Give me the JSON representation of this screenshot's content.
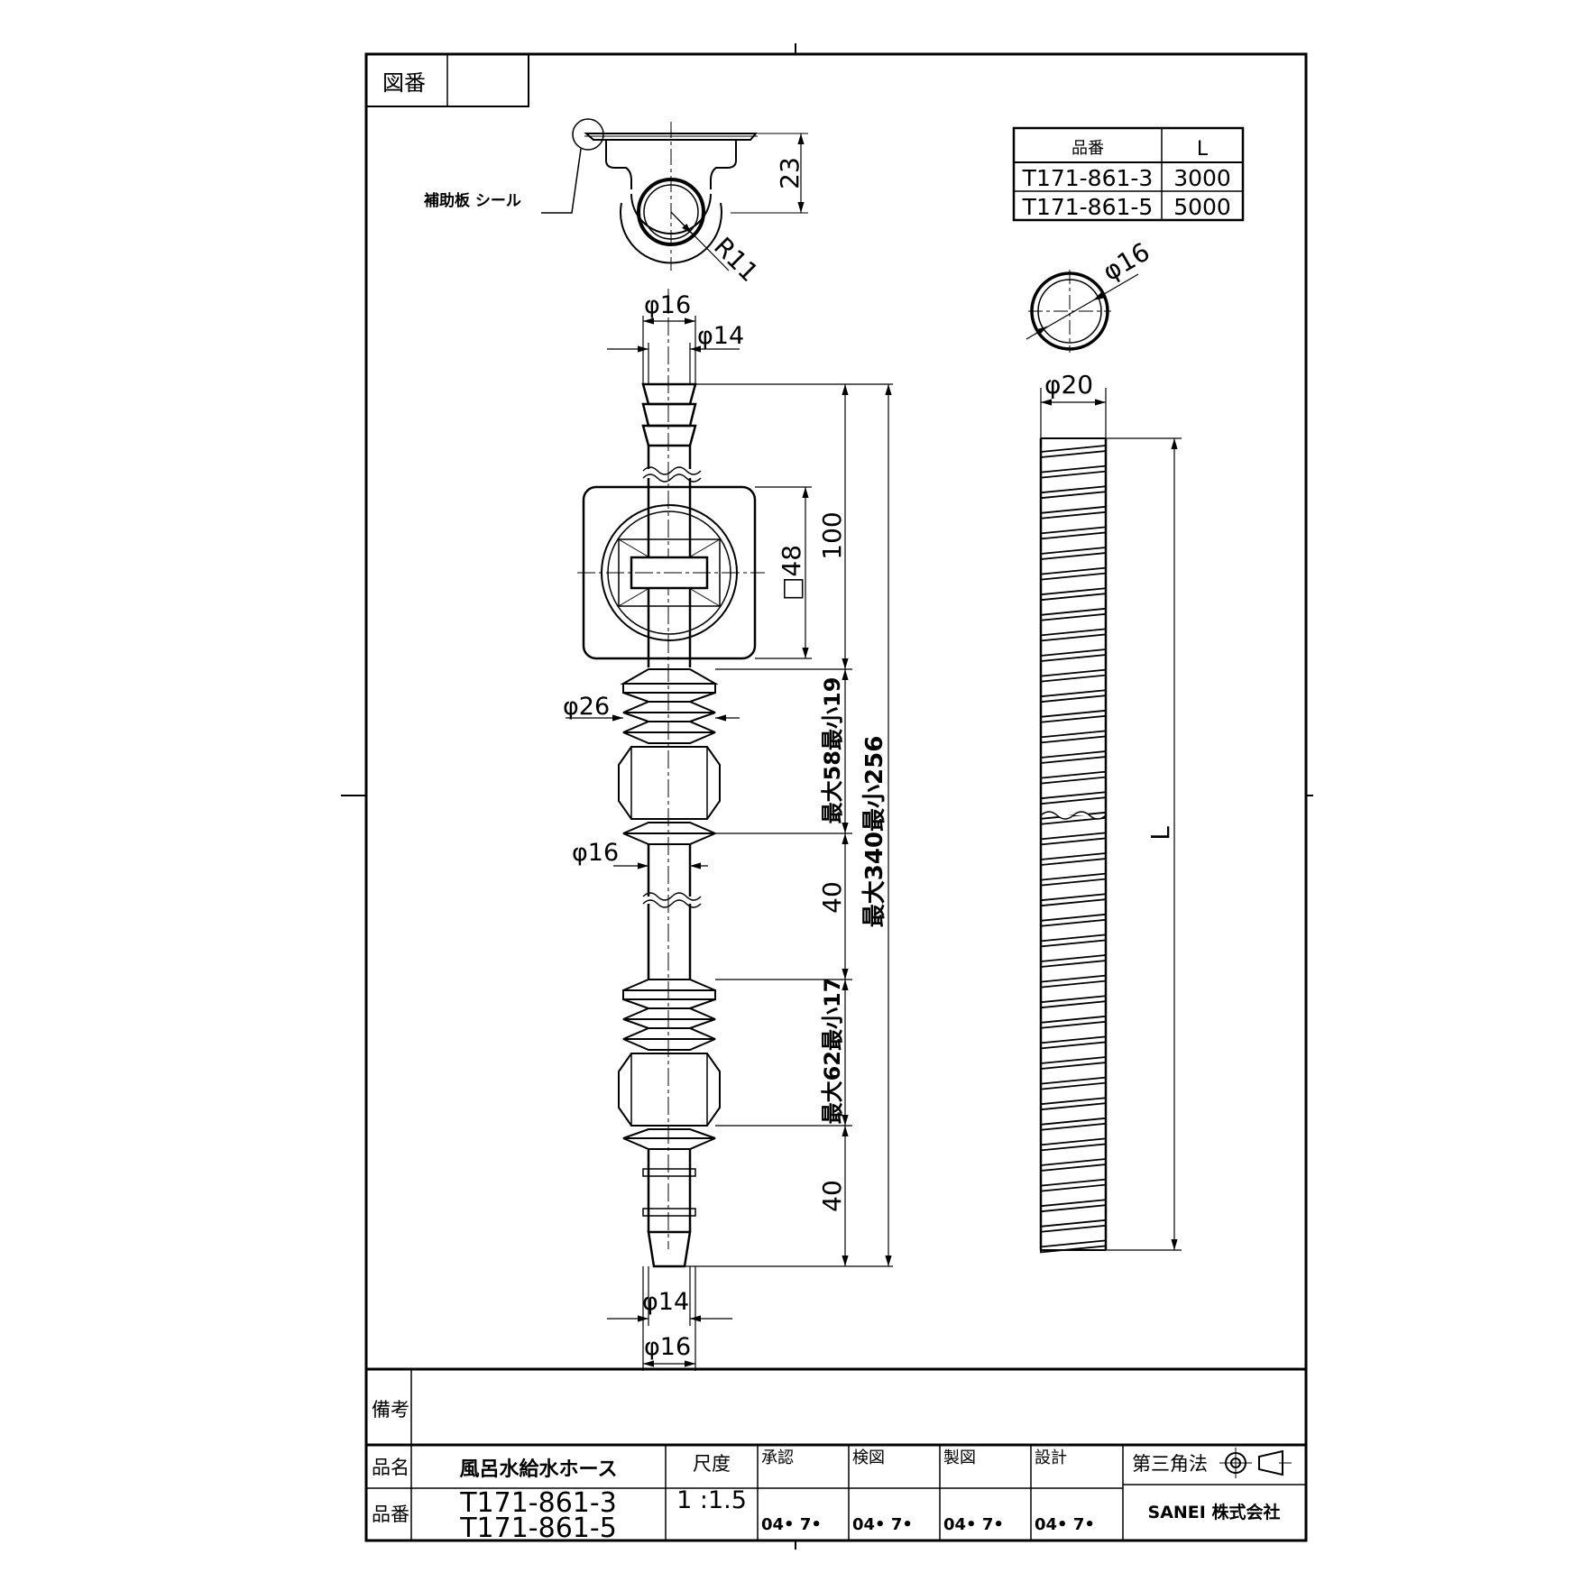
{
  "title_block": {
    "zuban_label": "図番",
    "zuban_value": "",
    "biko_label": "備考",
    "biko_value": "",
    "hinmei_label": "品名",
    "hinmei_value": "風呂水給水ホース",
    "hinban_label": "品番",
    "hinban_values": [
      "T171-861-3",
      "T171-861-5"
    ],
    "scale_label": "尺度",
    "scale_value": "1 :1.5",
    "signoffs": [
      {
        "label": "承認",
        "date": "04• 7•"
      },
      {
        "label": "検図",
        "date": "04• 7•"
      },
      {
        "label": "製図",
        "date": "04• 7•"
      },
      {
        "label": "設計",
        "date": "04• 7•"
      }
    ],
    "projection_label": "第三角法",
    "company": "SANEI 株式会社"
  },
  "part_table": {
    "headers": [
      "品番",
      "L"
    ],
    "rows": [
      [
        "T171-861-3",
        "3000"
      ],
      [
        "T171-861-5",
        "5000"
      ]
    ]
  },
  "labels": {
    "plate_seal": "補助板  シール",
    "dim_23": "23",
    "dim_r11": "R11",
    "dia16_top": "φ16",
    "dia14_top": "φ14",
    "dim_100": "100",
    "dim_sq48": "□48",
    "dia26": "φ26",
    "dim_58_19": "最大58最小19",
    "dia16_mid": "φ16",
    "dim_40_a": "40",
    "dim_340_256": "最大340最小256",
    "dim_62_17": "最大62最小17",
    "dim_40_b": "40",
    "dia14_bot": "φ14",
    "dia16_bot": "φ16",
    "hose_dia16": "φ16",
    "hose_dia20": "φ20",
    "hose_L": "L"
  }
}
